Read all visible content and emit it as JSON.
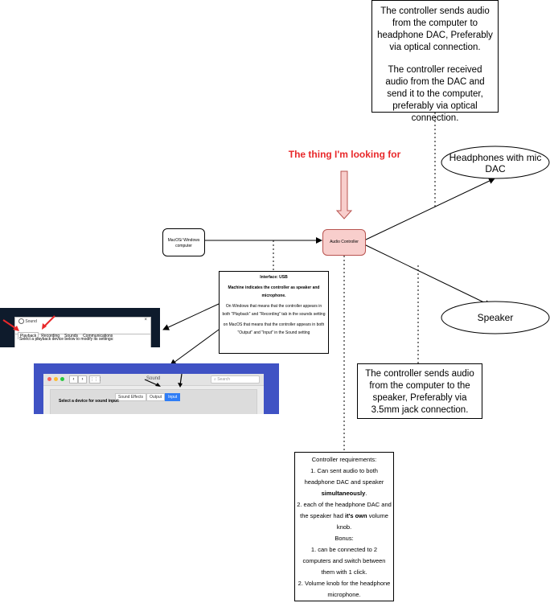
{
  "top_note": {
    "line1": "The controller sends audio from the computer to headphone DAC, Preferably via optical connection.",
    "line2": "The controller received audio from the DAC and send it to the computer, preferably via optical connection."
  },
  "highlight_label": "The thing I'm looking for",
  "headphones_label": "Headphones with mic DAC",
  "computer_label": "MacOS/ Windows computer",
  "controller_label": "Audio Controller",
  "speaker_label": "Speaker",
  "interface_note": {
    "title": "Interface: USB",
    "subtitle": "Machine indicates the controller as speaker and microphone.",
    "line1": "On Windows that means that the controller appears in both \"Playback\" and \"Recording\" tab in the sounds setting",
    "line2": "on MacOS that means that the controller appears in both \"Output\" and \"Input\" in the Sound setting"
  },
  "speaker_note": "The controller sends audio from the computer to the speaker, Preferably via 3.5mm jack connection.",
  "requirements": {
    "title": "Controller requirements:",
    "r1_text": "1. Can sent audio to both headphone DAC and speaker ",
    "r1_bold": "simultaneously",
    "r1_end": ".",
    "r2_text": "2. each of the headphone DAC and the speaker had ",
    "r2_bold": "it's own",
    "r2_end": " volume knob.",
    "bonus": "Bonus:",
    "b1": "1. can be connected to 2 computers and switch between them with 1 click.",
    "b2": "2. Volume knob for the headphone microphone."
  },
  "windows_dialog": {
    "title": "Sound",
    "tabs": [
      "Playback",
      "Recording",
      "Sounds",
      "Communications"
    ],
    "instruction": "Select a playback device below to modify its settings:",
    "close": "×"
  },
  "mac_prefs": {
    "title": "Sound",
    "search_placeholder": "Search",
    "tabs": [
      "Sound Effects",
      "Output",
      "Input"
    ],
    "heading": "Select a device for sound input:"
  },
  "colors": {
    "highlight": "#e8282a",
    "controller_fill": "#f8cecc",
    "controller_stroke": "#b85450",
    "arrow_fill": "#f8cecc"
  }
}
